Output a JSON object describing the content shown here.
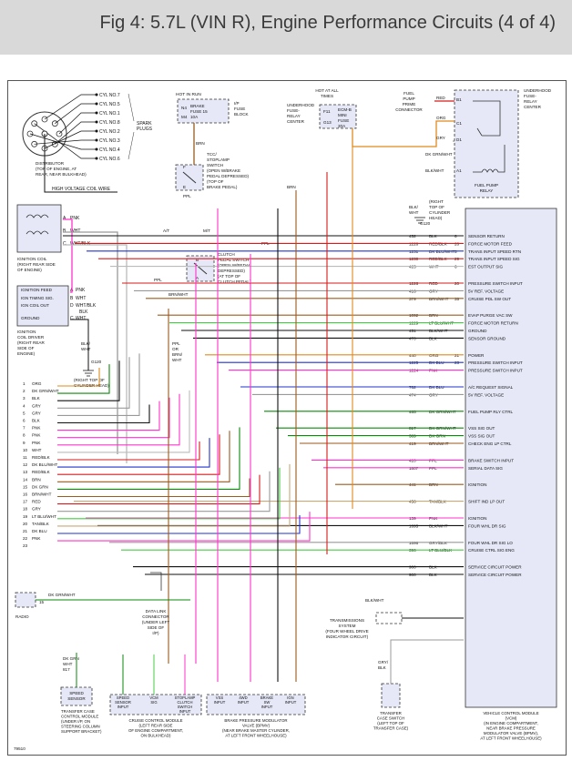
{
  "title": "Fig 4: 5.7L (VIN R), Engine Performance Circuits (4 of 4)",
  "figure_id": "79510",
  "colors": {
    "header_bg": "#d9d9d9",
    "vcm_fill": "#e6e8f7",
    "comp_fill": "#e6e8f7",
    "blue": "#2233cc",
    "orange": "#e08a1e",
    "red": "#d81b1b",
    "pink": "#ff33cc",
    "brown": "#9b5a1e",
    "green": "#0a8a0a",
    "lt_green": "#44cc44",
    "gray": "#999999",
    "black": "#111111",
    "tan": "#c8a878"
  },
  "distributor": {
    "cylinders": [
      "CYL NO.7",
      "CYL NO.5",
      "CYL NO.1",
      "CYL NO.8",
      "CYL NO.2",
      "CYL NO.3",
      "CYL NO.4",
      "CYL NO.6"
    ],
    "spark_label": [
      "SPARK",
      "PLUGS"
    ],
    "label": [
      "DISTRIBUTOR",
      "(TOP OF ENGINE, AT",
      "REAR, NEAR BULKHEAD)"
    ]
  },
  "hv_wire_label": "HIGH VOLTAGE COIL WIRE",
  "ignition_coil": {
    "pins": [
      {
        "p": "A",
        "c": "PNK"
      },
      {
        "p": "B",
        "c": "WHT"
      },
      {
        "p": "C",
        "c": "WHT/BLK"
      }
    ],
    "label": [
      "IGNITION COIL",
      "(RIGHT REAR SIDE",
      "OF ENGINE)"
    ]
  },
  "coil_driver": {
    "rows": [
      "IGNITION FEED",
      "IGN TIMING SIG.",
      "IGN COIL OUT",
      "GROUND"
    ],
    "pins": [
      {
        "p": "A",
        "c": "PNK"
      },
      {
        "p": "B",
        "c": "WHT"
      },
      {
        "p": "D",
        "c": "WHT/BLK"
      },
      {
        "p": "C",
        "c": "WHT"
      }
    ],
    "blk": "BLK",
    "label": [
      "IGNITION",
      "COIL DRIVER",
      "(RIGHT REAR",
      "SIDE OF",
      "ENGINE)"
    ]
  },
  "g120_left": {
    "wire": "BLK/WHT",
    "id": "G120",
    "label": [
      "(RIGHT TOP OF",
      "CYLINDER HEAD)"
    ]
  },
  "ip_fuse": {
    "hot": "HOT IN RUN",
    "cells": [
      "N4",
      "BRAKE",
      "FUSE 15",
      "10A",
      "M4"
    ],
    "label": [
      "I/P",
      "FUSE",
      "BLOCK"
    ]
  },
  "underhood_fuse": {
    "hot": [
      "HOT AT ALL",
      "TIMES"
    ],
    "cells": [
      "F11",
      "ECM-B",
      "MINI",
      "FUSE",
      "G13",
      "20A"
    ],
    "label": [
      "UNDERHOOD",
      "FUSE-",
      "RELAY",
      "CENTER"
    ]
  },
  "fuel_pump_prime": {
    "label": [
      "FUEL",
      "PUMP",
      "PRIME",
      "CONNECTOR"
    ]
  },
  "fuel_relay": {
    "top": [
      "UNDERHOOD",
      "FUSE-",
      "RELAY",
      "CENTER"
    ],
    "pins": [
      "B1",
      "C1",
      "D1",
      "A1"
    ],
    "label": [
      "FUEL PUMP",
      "RELAY"
    ],
    "wires": [
      "RED",
      "ORG",
      "GRY",
      "DK GRN/WHT",
      "BLK/WHT"
    ]
  },
  "g120_right": {
    "wire": [
      "BLK/",
      "WHT"
    ],
    "id": "G120",
    "label": [
      "(RIGHT",
      "TOP OF",
      "CYLINDER",
      "HEAD)"
    ]
  },
  "tcc_switch": {
    "label": [
      "TCC/",
      "STOPLAMP",
      "SWITCH",
      "(OPEN W/BRAKE",
      "PEDAL DEPRESSED)",
      "(TOP OF",
      "BRAKE PEDAL)"
    ],
    "pins": [
      "F",
      "E"
    ]
  },
  "clutch_switch": {
    "label": [
      "CLUTCH",
      "PEDAL SWITCH",
      "(OPEN W/PEDAL",
      "DEPRESSED)",
      "(AT TOP OF",
      "CLUTCH PEDAL)"
    ],
    "pins": [
      "B",
      "A"
    ]
  },
  "left_wires": {
    "labels": [
      "ORG",
      "DK GRN/WHT",
      "BLK",
      "GRY",
      "GRY",
      "BLK",
      "PNK",
      "PNK",
      "PNK",
      "WHT",
      "RED/BLK",
      "DK BLU/WHT",
      "RED/BLK",
      "BRN",
      "DK GRN",
      "BRN/WHT",
      "RED",
      "GRY",
      "LT BLU/WHT",
      "TAN/BLK",
      "DK BLU",
      "PNK"
    ],
    "numbers": [
      "1",
      "2",
      "3",
      "4",
      "5",
      "6",
      "7",
      "8",
      "9",
      "10",
      "11",
      "12",
      "13",
      "14",
      "15",
      "16",
      "17",
      "18",
      "19",
      "20",
      "21",
      "22",
      "23"
    ]
  },
  "vcm_pins": [
    {
      "w": "452",
      "c": "BLK",
      "p": "6",
      "f": "SENSOR RETURN"
    },
    {
      "w": "1228",
      "c": "RED/BLK",
      "p": "26",
      "f": "FORCE MOTOR FEED"
    },
    {
      "w": "1231",
      "c": "DK BLU/WHT",
      "p": "5",
      "f": "TRANS INPUT SPEED RTN"
    },
    {
      "w": "1230",
      "c": "RED/BLK",
      "p": "29",
      "f": "TRANS INPUT SPEED SIG"
    },
    {
      "w": "423",
      "c": "WHT",
      "p": "6",
      "f": "EST OUTPUT SIG"
    },
    {
      "w": "1226",
      "c": "RED",
      "p": "20",
      "f": "PRESSURE SWITCH INPUT"
    },
    {
      "w": "416",
      "c": "GRY",
      "p": "",
      "f": "5V REF. VOLTAGE"
    },
    {
      "w": "379",
      "c": "BRN/WHT",
      "p": "35",
      "f": "CRUISE PDL SW OUT"
    },
    {
      "w": "1092",
      "c": "BRN",
      "p": "",
      "f": "EVAP PURGE VAC SW"
    },
    {
      "w": "1229",
      "c": "LT BLU/WHT",
      "p": "",
      "f": "FORCE MOTOR RETURN"
    },
    {
      "w": "451",
      "c": "BLK/WHT",
      "p": "",
      "f": "GROUND"
    },
    {
      "w": "470",
      "c": "BLK",
      "p": "",
      "f": "SENSOR GROUND"
    },
    {
      "w": "440",
      "c": "ORG",
      "p": "21",
      "f": "POWER"
    },
    {
      "w": "1225",
      "c": "DK BLU",
      "p": "23",
      "f": "PRESSURE SWITCH INPUT"
    },
    {
      "w": "1224",
      "c": "PNK",
      "p": "",
      "f": "PRESSURE SWITCH INPUT"
    },
    {
      "w": "762",
      "c": "DK BLU",
      "p": "",
      "f": "A/C REQUEST SIGNAL"
    },
    {
      "w": "474",
      "c": "GRY",
      "p": "",
      "f": "5V REF. VOLTAGE"
    },
    {
      "w": "465",
      "c": "DK GRN/WHT",
      "p": "",
      "f": "FUEL PUMP RLY CTRL"
    },
    {
      "w": "817",
      "c": "DK GRN/WHT",
      "p": "",
      "f": "VSS SIG OUT"
    },
    {
      "w": "389",
      "c": "DK GRN",
      "p": "",
      "f": "VSS SIG OUT"
    },
    {
      "w": "419",
      "c": "BRN/WHT",
      "p": "",
      "f": "CHECK ENG LP CTRL"
    },
    {
      "w": "420",
      "c": "PPL",
      "p": "",
      "f": "BRAKE SWITCH INPUT"
    },
    {
      "w": "1807",
      "c": "PPL",
      "p": "",
      "f": "SERIAL DATA SIG"
    },
    {
      "w": "441",
      "c": "BRN",
      "p": "",
      "f": "IGNITION"
    },
    {
      "w": "456",
      "c": "TAN/BLK",
      "p": "",
      "f": "SHIFT IND LP OUT"
    },
    {
      "w": "139",
      "c": "PNK",
      "p": "",
      "f": "IGNITION"
    },
    {
      "w": "1695",
      "c": "BLK/WHT",
      "p": "",
      "f": "FOUR WHL DR SIG"
    },
    {
      "w": "1696",
      "c": "GRY/BLK",
      "p": "",
      "f": "FOUR WHL DR SIG LO"
    },
    {
      "w": "396",
      "c": "LT BLU/BLK",
      "p": "",
      "f": "CRUISE CTRL SIG ENG"
    },
    {
      "w": "900",
      "c": "BLK",
      "p": "",
      "f": "SERVICE CIRCUIT POWER"
    },
    {
      "w": "900",
      "c": "BLK",
      "p": "",
      "f": "SERVICE CIRCUIT POWER"
    }
  ],
  "vcm_label": [
    "VEHICLE CONTROL MODULE",
    "(VCM)",
    "(IN ENGINE COMPARTMENT,",
    "NEAR BRAKE PRESSURE",
    "MODULATOR VALVE (BPMV),",
    "AT LEFT FRONT WHEELHOUSE)"
  ],
  "radio": {
    "label": "RADIO",
    "wire": "DK GRN/WHT",
    "pin": "15"
  },
  "dlc": {
    "label": [
      "DATA LINK",
      "CONNECTOR",
      "(UNDER LEFT",
      "SIDE OF",
      "I/P)"
    ]
  },
  "trans_system": {
    "label": [
      "TRANSMISSIONS",
      "SYSTEM",
      "(FOUR WHEEL DRIVE",
      "INDICATOR CIRCUIT)"
    ],
    "wire": "BLK/WHT"
  },
  "speed_sensor": {
    "title": [
      "SPEED",
      "SENSOR"
    ],
    "label": [
      "TRANSFER CASE",
      "CONTROL MODULE",
      "(UNDER I/P, ON",
      "STEERING COLUMN",
      "SUPPORT BRACKET)"
    ],
    "wire": [
      "DK GRN",
      "WHT",
      "817"
    ]
  },
  "cruise_module": {
    "cells": [
      "SPEED\nSENSOR\nINPUT",
      "VCM\nSIG",
      "STOPLAMP\nCLUTCH\nSWITCH\nINPUT"
    ],
    "label": [
      "CRUISE CONTROL MODULE",
      "(LEFT REAR SIDE",
      "OF ENGINE COMPARTMENT,",
      "ON BULKHEAD)"
    ]
  },
  "bpmv": {
    "cells": [
      "VSS\nINPUT",
      "4WD\nINPUT",
      "BRAKE\nSW\nINPUT",
      "IGN\nINPUT"
    ],
    "label": [
      "BRAKE PRESSURE MODULATOR",
      "VALVE (BPMV)",
      "(NEAR BRAKE MASTER CYLINDER,",
      "AT LEFT FRONT WHEELHOUSE)"
    ]
  },
  "tc_switch": {
    "label": [
      "TRANSFER",
      "CASE SWITCH",
      "(LEFT TOP OF",
      "TRANSFER CASE)"
    ],
    "wire": [
      "GRY/",
      "BLK"
    ]
  },
  "misc": {
    "at": "A/T",
    "mt": "M/T",
    "ppl": "PPL",
    "brn": "BRN",
    "brn_wht": "BRN/WHT",
    "ppl_or_brn_wht": [
      "PPL",
      "OR",
      "BRN/",
      "WHT"
    ]
  }
}
